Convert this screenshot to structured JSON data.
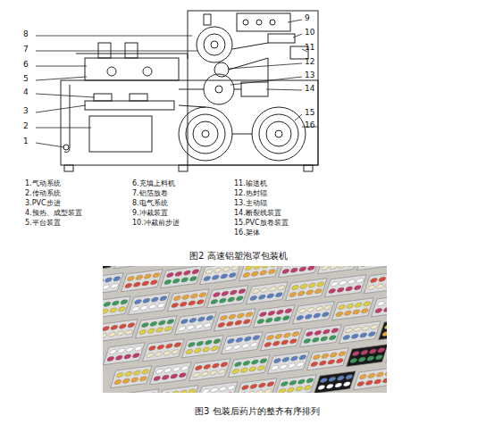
{
  "diagram": {
    "labels": [
      "8",
      "7",
      "6",
      "5",
      "4",
      "3",
      "2",
      "1",
      "9",
      "10",
      "11",
      "12",
      "13",
      "14",
      "15",
      "16",
      "1.气动系统",
      "2.传动系统",
      "3.PVC步进",
      "4.预热、成型装置",
      "5.平台装置",
      "6.充填上料机",
      "7.铝箔放卷",
      "8.电气系统",
      "9.冲裁装置",
      "10.冲裁前步进",
      "11.输送机",
      "12.热封辊",
      "13.主动辊",
      "14.断裂线装置",
      "15.PVC放卷装置",
      "16.架体",
      "图2 高速铝塑泡罩包装机",
      "图3 包装后药片的整齐有序排列"
    ]
  }
}
